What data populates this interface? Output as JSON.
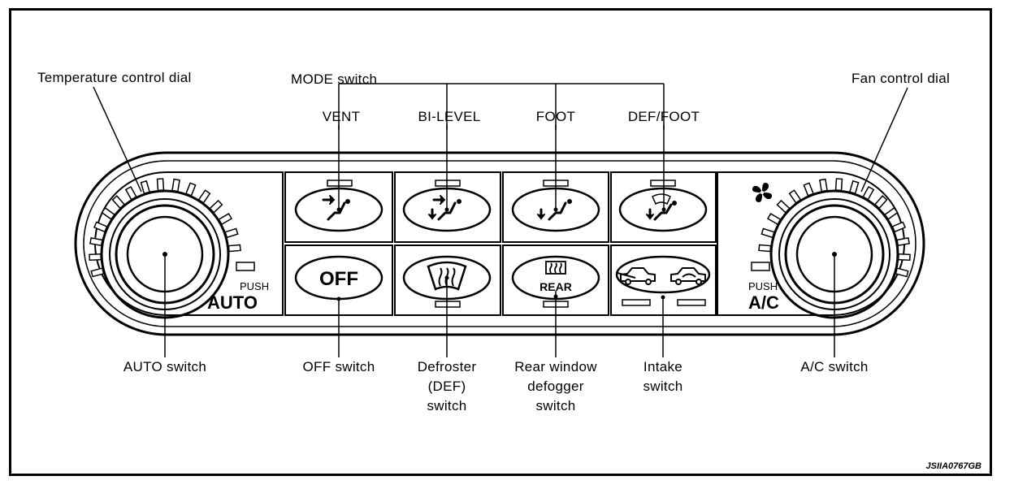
{
  "labels": {
    "temperature_dial": "Temperature control dial",
    "mode_switch": "MODE switch",
    "fan_dial": "Fan control dial",
    "vent": "VENT",
    "bi_level": "BI-LEVEL",
    "foot": "FOOT",
    "def_foot": "DEF/FOOT",
    "auto_switch": "AUTO switch",
    "off_switch": "OFF switch",
    "defroster_l1": "Defroster",
    "defroster_l2": "(DEF)",
    "defroster_l3": "switch",
    "rear_l1": "Rear window",
    "rear_l2": "defogger",
    "rear_l3": "switch",
    "intake_l1": "Intake",
    "intake_l2": "switch",
    "ac_switch": "A/C switch"
  },
  "panel": {
    "push_left": "PUSH",
    "auto": "AUTO",
    "push_right": "PUSH",
    "ac": "A/C",
    "off_button": "OFF",
    "rear_button": "REAR"
  },
  "figure_code": "JSIIA0767GB"
}
